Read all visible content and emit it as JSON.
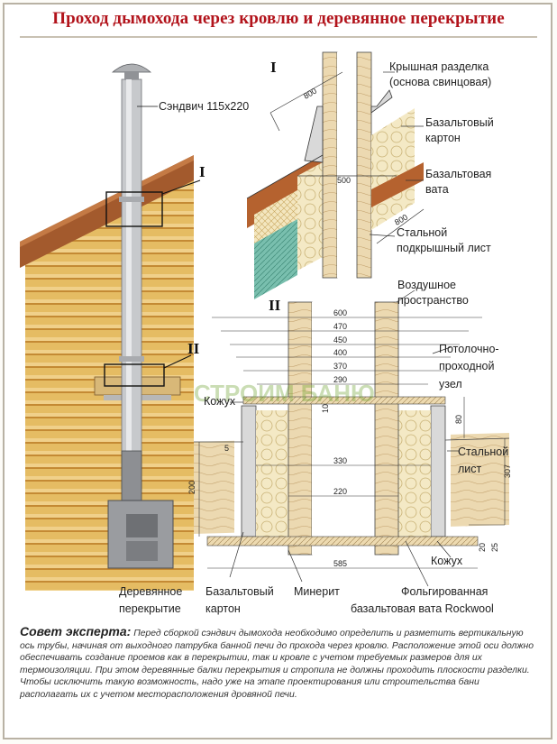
{
  "title": "Проход дымохода через кровлю и деревянное перекрытие",
  "callouts": {
    "detail1": "I",
    "detail2": "II"
  },
  "labels": {
    "sandwich": "Сэндвич 115х220",
    "roof_cut_line1": "Крышная разделка",
    "roof_cut_line2": "(основа свинцовая)",
    "basalt_board_line1": "Базальтовый",
    "basalt_board_line2": "картон",
    "basalt_wool_line1": "Базальтовая",
    "basalt_wool_line2": "вата",
    "steel_sheet_line1": "Стальной",
    "steel_sheet_line2": "подкрышный лист",
    "air_gap_line1": "Воздушное",
    "air_gap_line2": "пространство",
    "ceiling_unit_line1": "Потолочно-",
    "ceiling_unit_line2": "проходной",
    "ceiling_unit_line3": "узел",
    "casing_top": "Кожух",
    "steel_plate_line1": "Стальной",
    "steel_plate_line2": "лист",
    "casing_bottom": "Кожух",
    "wood_ceiling_line1": "Деревянное",
    "wood_ceiling_line2": "перекрытие",
    "basalt_board_b_line1": "Базальтовый",
    "basalt_board_b_line2": "картон",
    "minerite": "Минерит",
    "foil_wool_line1": "Фольгированная",
    "foil_wool_line2": "базальтовая вата Rockwool"
  },
  "dims1": {
    "d800a": "800",
    "d500": "500",
    "d800b": "800"
  },
  "dims2": {
    "d600": "600",
    "d470": "470",
    "d450": "450",
    "d400": "400",
    "d370": "370",
    "d290": "290",
    "d10": "10",
    "d80": "80",
    "d5": "5",
    "d330": "330",
    "d220": "220",
    "d585": "585",
    "d200": "200",
    "d307": "307",
    "d20": "20",
    "d25": "25"
  },
  "watermark": "СТРОИМ БАНЮ",
  "advice": {
    "heading": "Совет эксперта:",
    "text": "Перед сборкой сэндвич дымохода необходимо определить и разметить вертикальную ось трубы, начиная от выходного патрубка банной печи до прохода через кровлю. Расположение этой оси должно обеспечивать создание проемов как в перекрытии, так и кровле с учетом требуемых размеров для их термоизоляции. При этом деревянные балки перекрытия и стропила не должны проходить плоскости разделки. Чтобы исключить такую возможность, надо уже на этапе проектирования или строительства бани располагать их с учетом месторасположения дровяной печи."
  },
  "colors": {
    "title": "#b2131b",
    "roof": "#a0552a",
    "wall": "#e2b85e",
    "wool": "#f1e3b3",
    "insulation_green": "#6fb7a4",
    "wood_hatch": "#e8d2a6"
  }
}
